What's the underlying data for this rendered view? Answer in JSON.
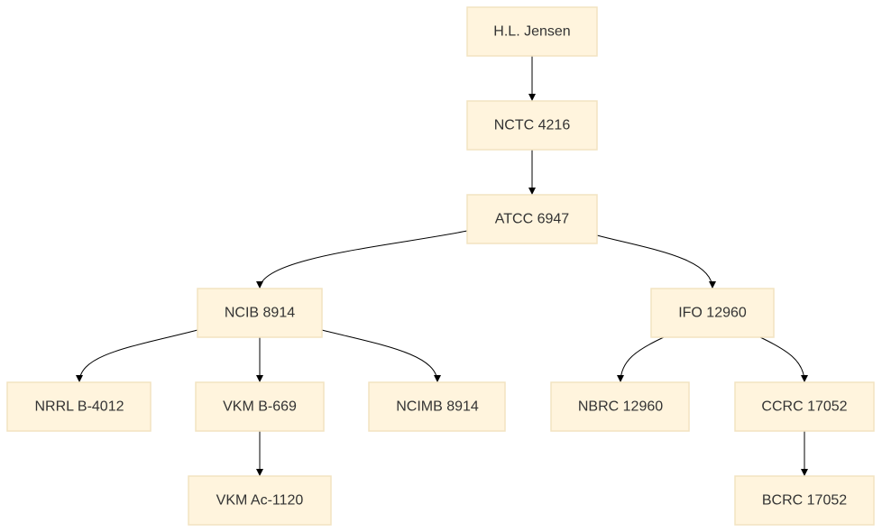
{
  "colors": {
    "node_fill": "#fff4dd",
    "node_border": "#f2e3c1",
    "node_text": "#333333",
    "edge": "#000000",
    "background": "#ffffff"
  },
  "nodes": {
    "hl_jensen": "H.L. Jensen",
    "nctc_4216": "NCTC 4216",
    "atcc_6947": "ATCC 6947",
    "ncib_8914": "NCIB 8914",
    "ifo_12960": "IFO 12960",
    "nrrl_b_4012": "NRRL B-4012",
    "vkm_b_669": "VKM B-669",
    "ncimb_8914": "NCIMB 8914",
    "nbrc_12960": "NBRC 12960",
    "ccrc_17052": "CCRC 17052",
    "vkm_ac_1120": "VKM Ac-1120",
    "bcrc_17052": "BCRC 17052"
  },
  "edges": [
    {
      "from": "hl_jensen",
      "to": "nctc_4216"
    },
    {
      "from": "nctc_4216",
      "to": "atcc_6947"
    },
    {
      "from": "atcc_6947",
      "to": "ncib_8914"
    },
    {
      "from": "atcc_6947",
      "to": "ifo_12960"
    },
    {
      "from": "ncib_8914",
      "to": "nrrl_b_4012"
    },
    {
      "from": "ncib_8914",
      "to": "vkm_b_669"
    },
    {
      "from": "ncib_8914",
      "to": "ncimb_8914"
    },
    {
      "from": "ifo_12960",
      "to": "nbrc_12960"
    },
    {
      "from": "ifo_12960",
      "to": "ccrc_17052"
    },
    {
      "from": "vkm_b_669",
      "to": "vkm_ac_1120"
    },
    {
      "from": "ccrc_17052",
      "to": "bcrc_17052"
    }
  ]
}
